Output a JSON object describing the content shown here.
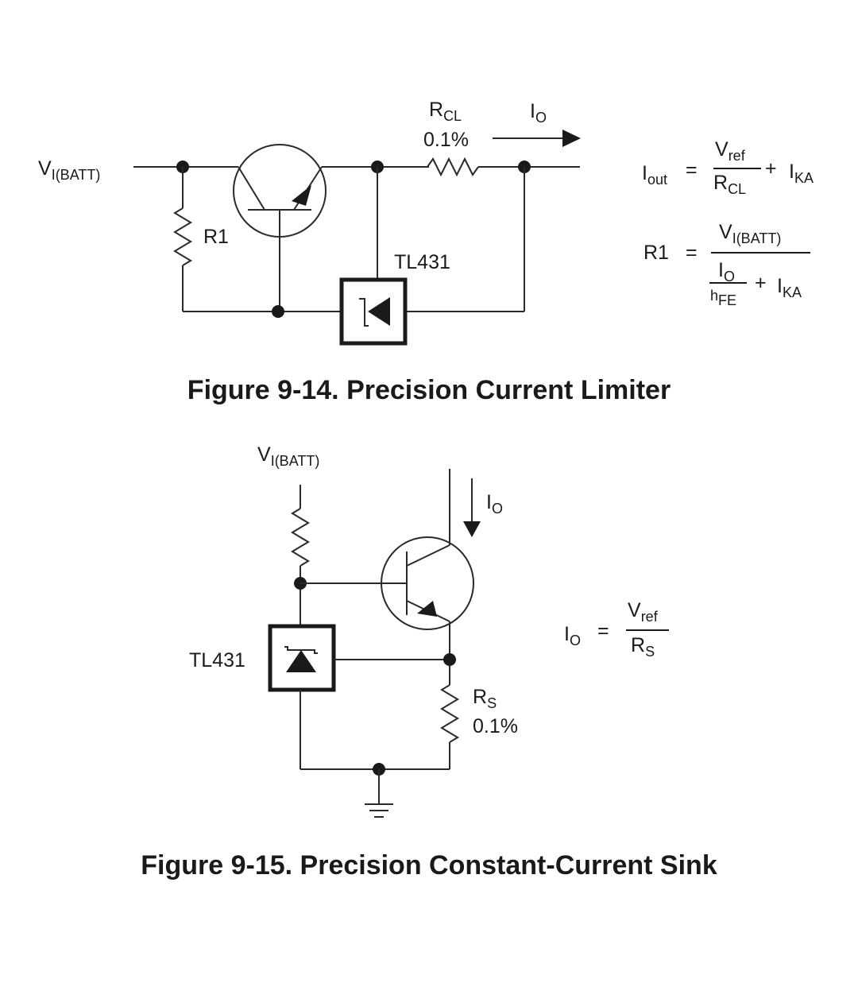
{
  "figure1": {
    "caption": "Figure 9-14. Precision Current Limiter",
    "vin": {
      "main": "V",
      "sub": "I(BATT)"
    },
    "rcl": {
      "main": "R",
      "sub": "CL"
    },
    "rcl_tol": "0.1%",
    "io": {
      "main": "I",
      "sub": "O"
    },
    "r1": "R1",
    "tl431": "TL431",
    "eq1": {
      "lhs_main": "I",
      "lhs_sub": "out",
      "equals": "=",
      "num_main": "V",
      "num_sub": "ref",
      "den_main": "R",
      "den_sub": "CL",
      "plus": "+",
      "ika_main": "I",
      "ika_sub": "KA"
    },
    "eq2": {
      "lhs": "R1",
      "equals": "=",
      "num_main": "V",
      "num_sub": "I(BATT)",
      "inner_num_main": "I",
      "inner_num_sub": "O",
      "inner_den_main": "h",
      "inner_den_sub": "FE",
      "plus": "+",
      "ika_main": "I",
      "ika_sub": "KA"
    }
  },
  "figure2": {
    "caption": "Figure 9-15. Precision Constant-Current Sink",
    "vin": {
      "main": "V",
      "sub": "I(BATT)"
    },
    "io": {
      "main": "I",
      "sub": "O"
    },
    "tl431": "TL431",
    "rs": {
      "main": "R",
      "sub": "S"
    },
    "rs_tol": "0.1%",
    "eq": {
      "lhs_main": "I",
      "lhs_sub": "O",
      "equals": "=",
      "num_main": "V",
      "num_sub": "ref",
      "den_main": "R",
      "den_sub": "S"
    }
  }
}
